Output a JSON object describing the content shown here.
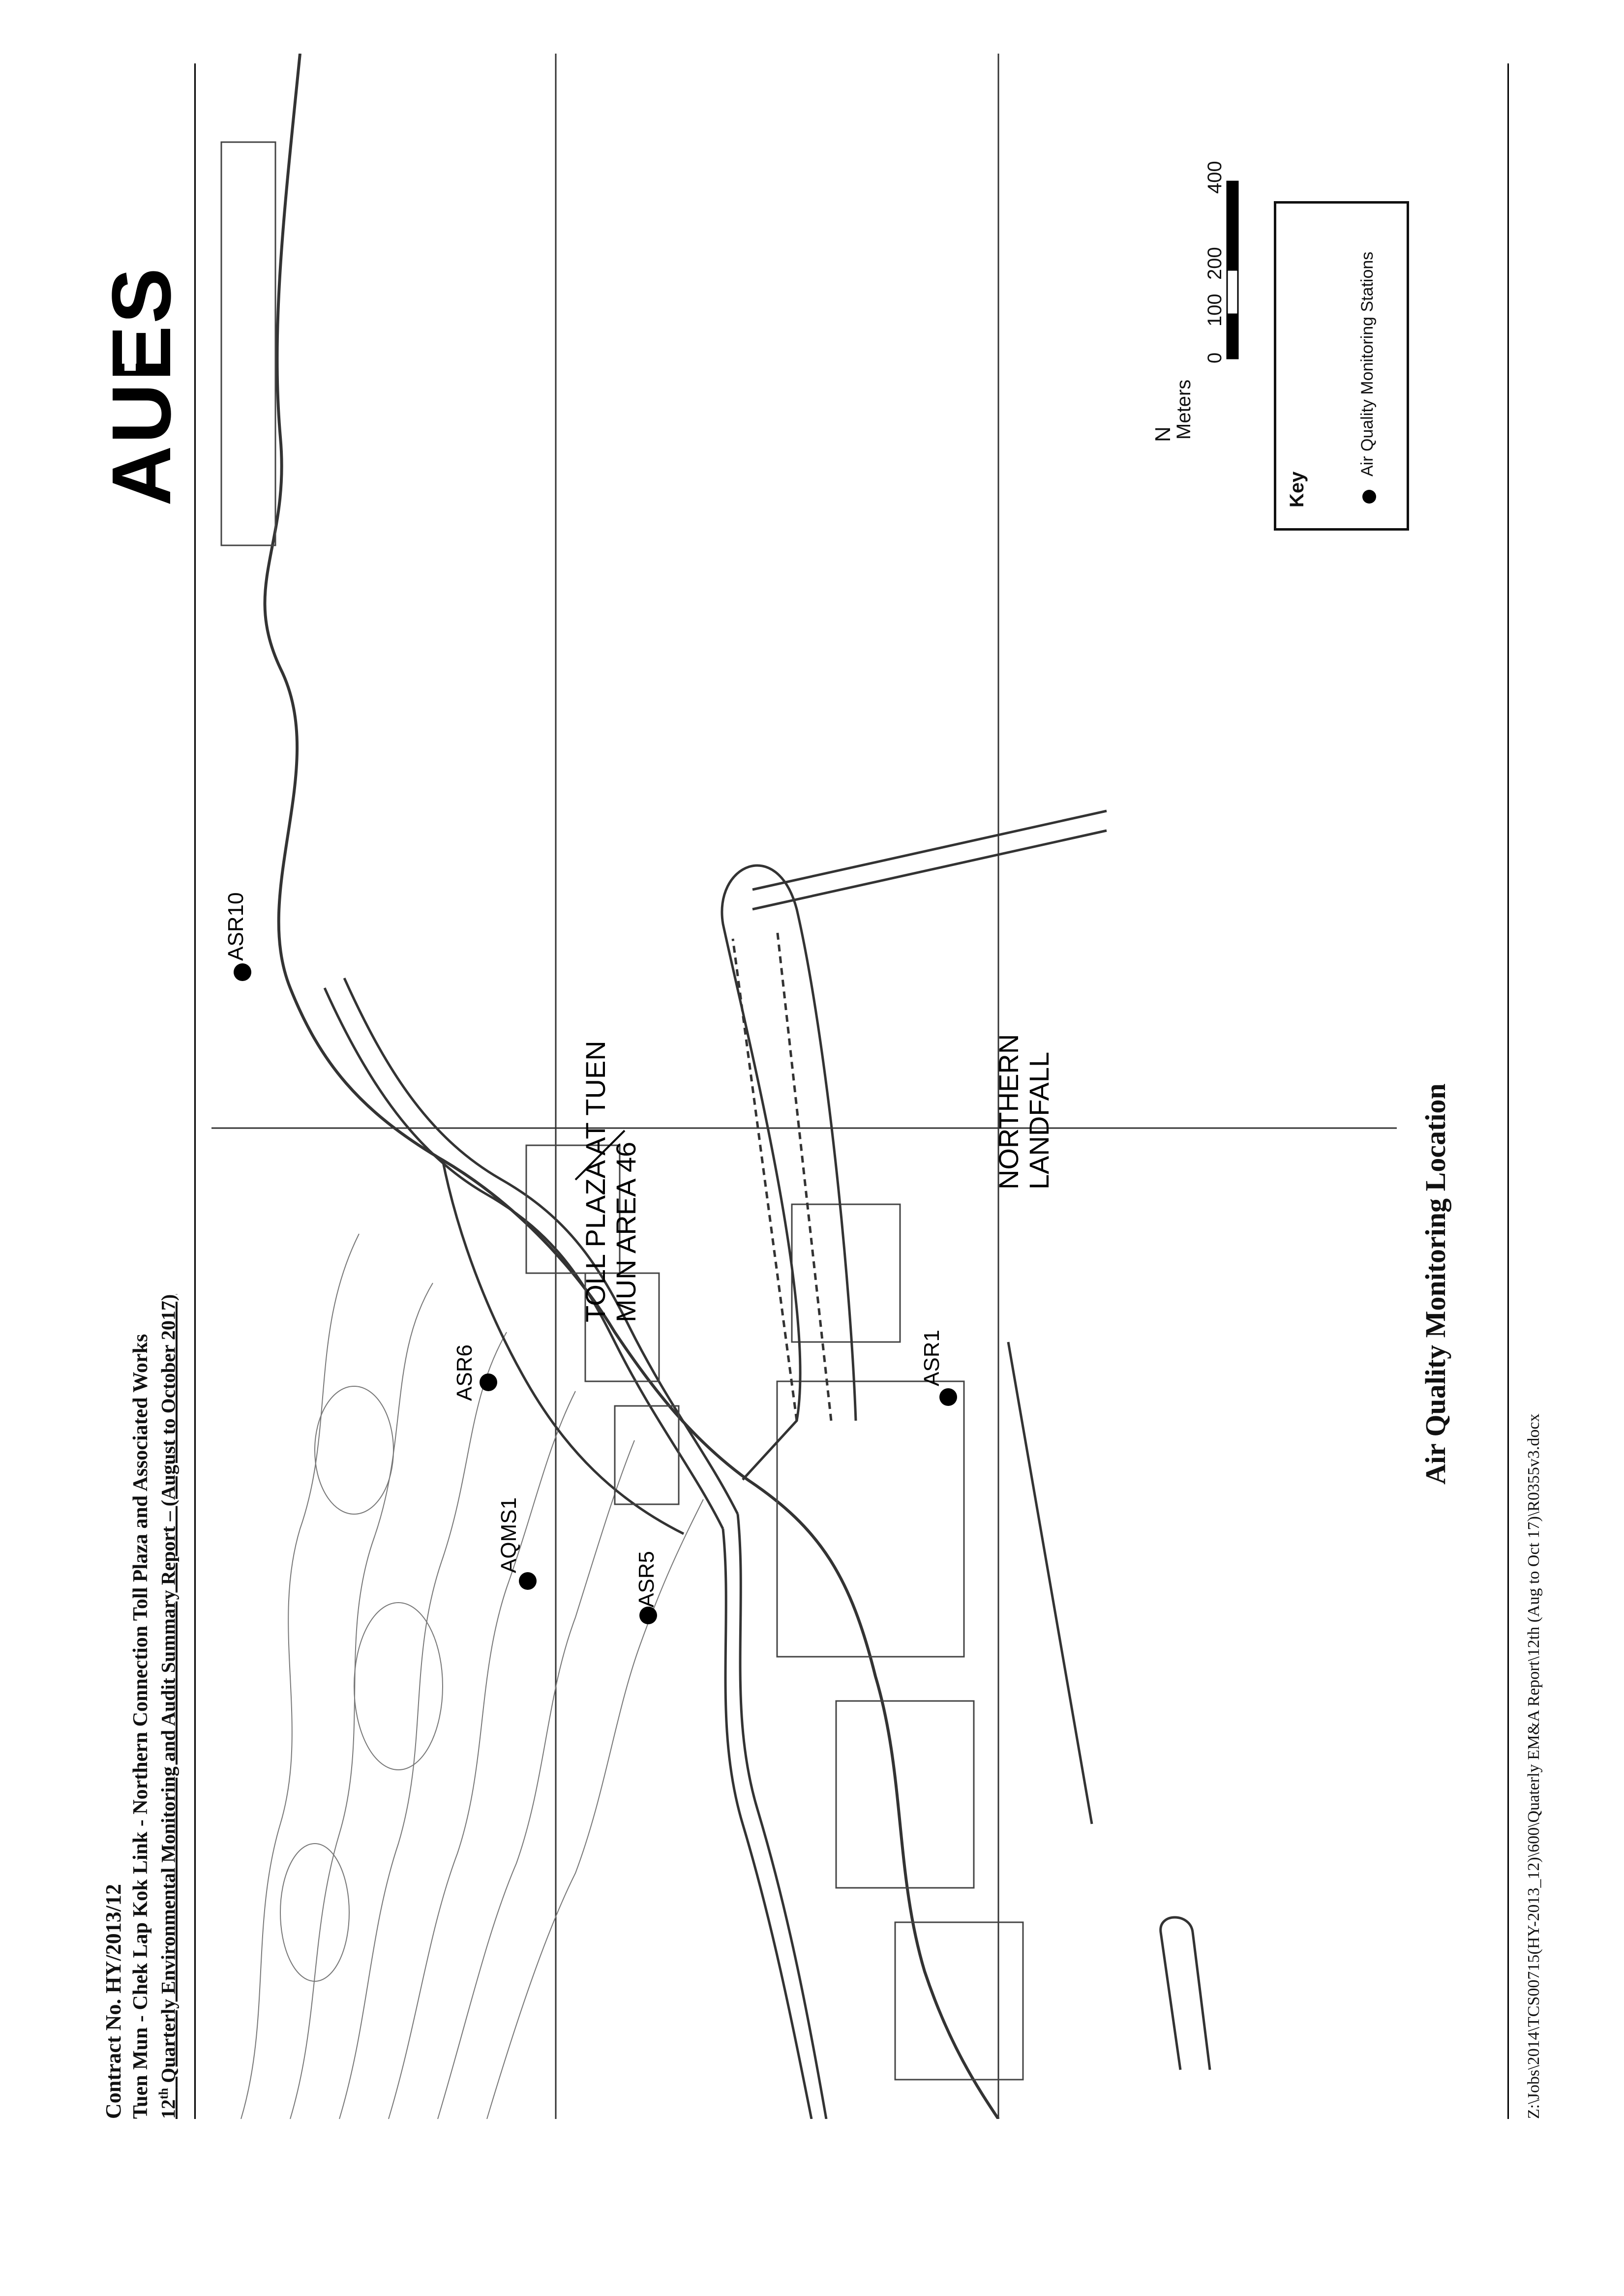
{
  "header": {
    "contract_no": "Contract No. HY/2013/12",
    "project_title": "Tuen Mun - Chek Lap Kok Link - Northern Connection Toll Plaza and Associated Works",
    "report_title_prefix": "12",
    "report_title_sup": "th",
    "report_title_rest": " Quarterly Environmental Monitoring and Audit Summary Report – (August to October 2017)",
    "logo_text_a": "AU",
    "logo_text_e": "E",
    "logo_text_s": "S"
  },
  "map": {
    "area_labels": {
      "toll_plaza_line1": "TOLL PLAZA AT TUEN",
      "toll_plaza_line2": "MUN AREA 46",
      "northern_landfall_line1": "NORTHERN",
      "northern_landfall_line2": "LANDFALL"
    },
    "stations": [
      "ASR10",
      "ASR6",
      "AQMS1",
      "ASR5",
      "ASR1"
    ],
    "legend": {
      "title": "Key",
      "item": "Air Quality Monitoring Stations"
    },
    "scale_bar": {
      "ticks": [
        "0",
        "100",
        "200",
        "400"
      ],
      "unit": "Meters"
    },
    "north_arrow": "N",
    "caption": "Air Quality Monitoring Location"
  },
  "footer": {
    "file_path": "Z:\\Jobs\\2014\\TCS00715(HY-2013_12)\\600\\Quaterly EM&A Report\\12th (Aug to     Oct 17)\\R0355v3.docx"
  },
  "colors": {
    "ink": "#111111",
    "map_line": "#444444",
    "paper": "#ffffff"
  }
}
